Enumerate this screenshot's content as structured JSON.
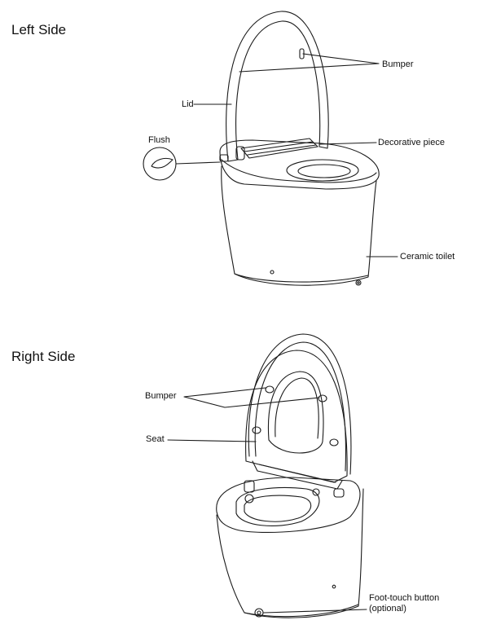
{
  "sections": {
    "left": {
      "title": "Left Side",
      "labels": {
        "bumper": "Bumper",
        "lid": "Lid",
        "flush": "Flush",
        "decorative": "Decorative piece",
        "ceramic": "Ceramic toilet"
      }
    },
    "right": {
      "title": "Right Side",
      "labels": {
        "bumper": "Bumper",
        "seat": "Seat",
        "foot_line1": "Foot-touch button",
        "foot_line2": "(optional)"
      }
    }
  },
  "colors": {
    "line": "#1a1a1a",
    "background": "#ffffff"
  }
}
